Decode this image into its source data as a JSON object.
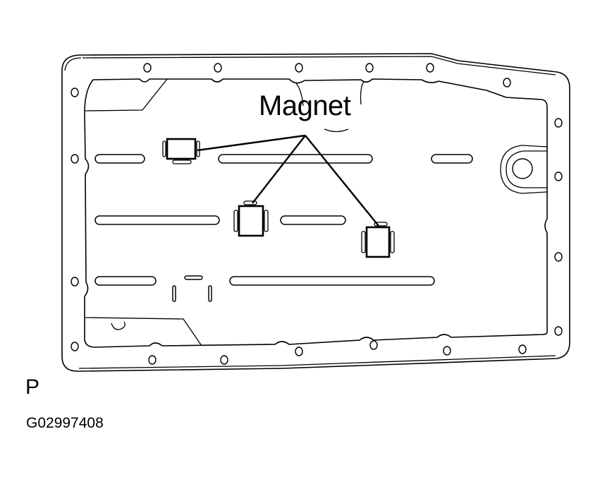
{
  "diagram": {
    "subject": "oil pan with magnets",
    "callout_label": "Magnet",
    "view_letter": "P",
    "figure_code": "G02997408",
    "magnet_count": 3,
    "line_color": "#000000",
    "background_color": "#ffffff"
  }
}
